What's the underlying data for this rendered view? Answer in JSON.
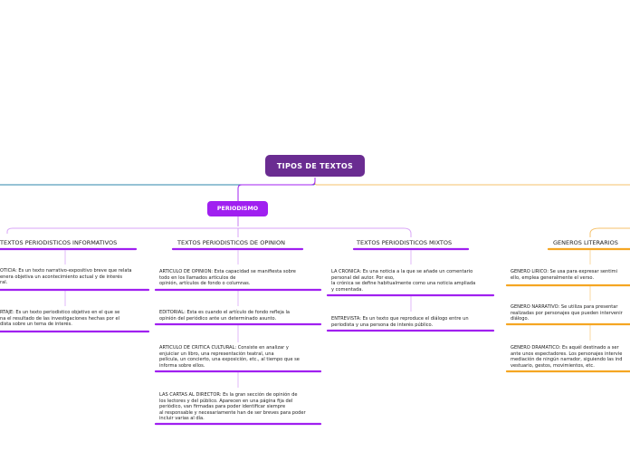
{
  "root": {
    "title": "TIPOS DE TEXTOS"
  },
  "periodismo": {
    "label": "PERIODISMO"
  },
  "categories": [
    {
      "title": "TEXTOS PERIODISTICOS INFORMATIVOS",
      "items": [
        "OTICIA: Es un texto narrativo-expositivo breve que relata\nenera objetiva un acontecimiento actual y de interés\nral.",
        "RTAJE: Es un texto periodistico objetivo en el que se\nna el resultado de las investigaciones hechas por el\ndista sobre un tema de interés."
      ]
    },
    {
      "title": "TEXTOS PERIODISTICOS DE OPINION",
      "items": [
        "ARTICULO DE OPINION: Esta capacidad se manifiesta sobre\ntodo en los llamados artículos de\n opinión, artículos de fondo o columnas.",
        "EDITORIAL: Esta es cuando el artículo de fondo refleja la\nopinión del periódico ante un determinado asunto.",
        "ARTICULO DE CRITICA CULTURAL: Consiste en analizar y\nenjuiciar un libro, una representación teatral, una\n película, un concierto, una exposición, etc., al tiempo que se\ninforma sobre ellos.",
        "LAS CARTAS AL DIRECTOR: Es la gran sección de opinión de\nlos lectores y del público. Aparecen en una página fija del\nperiódico, van firmadas para poder identificar siempre\nal responsable y necesariamente han de ser breves para poder\nincluir varias al día."
      ]
    },
    {
      "title": "TEXTOS PERIODISTICOS MIXTOS",
      "items": [
        "LA CRONICA: Es una noticia a la que se añade un comentario\npersonal del autor. Por eso,\nla crónica se define habitualmente como una noticia ampliada\ny comentada.",
        "ENTREVISTA: Es un texto que reproduce el diálogo entre un\nperiodista y una persona de interés público."
      ]
    },
    {
      "title": "GENEROS LITERARIOS",
      "items": [
        "GENERO LIRICO: Se usa para expresar sentimi\nello, emplea generalmente el verso.",
        "GENERO NARRATIVO: Se utiliza para presentar\nrealizadas por personajes que pueden intervenir\ndiálogo.",
        "GENERO DRAMATICO: Es aquél destinado a ser\nante unos espectadores. Los personajes intervie\nmediación de ningún narrador, siguiendo las ind\nvestuario, gestos, movimientos, etc."
      ]
    }
  ],
  "colors": {
    "root": "#6a2c91",
    "periodismo": "#a020f0",
    "literary": "#f5a623",
    "teal": "#2e86ab"
  }
}
